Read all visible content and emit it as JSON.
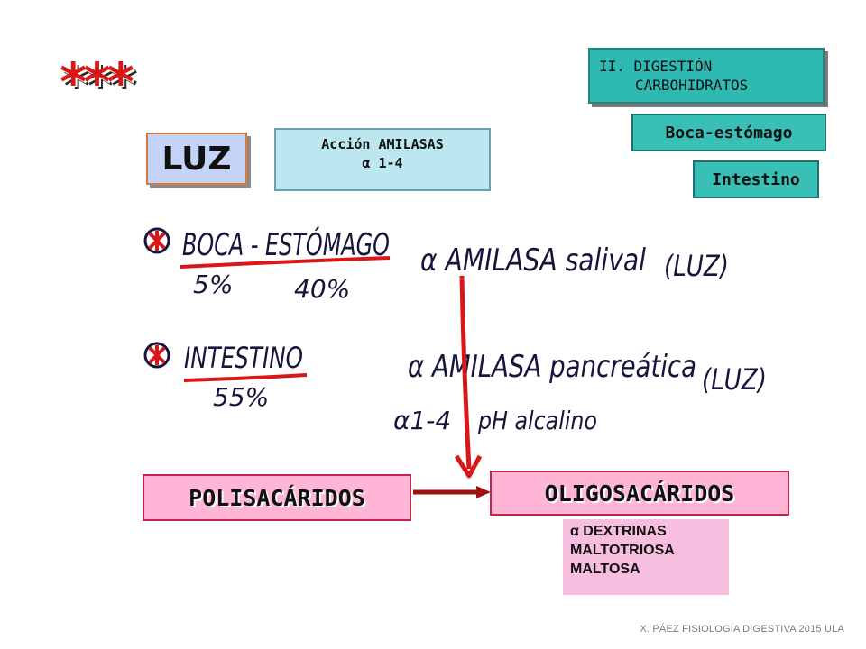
{
  "slide": {
    "stars": "***",
    "topic": {
      "line1": "II. DIGESTIÓN",
      "line2": "CARBOHIDRATOS"
    },
    "tags": [
      "Boca-estómago",
      "Intestino"
    ],
    "luz": "LUZ",
    "amilasas": {
      "line1": "Acción AMILASAS",
      "line2": "α 1-4"
    },
    "handwritten": {
      "section1": {
        "title": "BOCA - ESTÓMAGO",
        "pct_boca": "5%",
        "pct_estomago": "40%",
        "enzyme": "α AMILASA salival",
        "location": "(LUZ)"
      },
      "section2": {
        "title": "INTESTINO",
        "pct": "55%",
        "enzyme": "α AMILASA pancreática",
        "location": "(LUZ)",
        "bond": "α1-4",
        "ph": "pH alcalino"
      }
    },
    "flow": {
      "from": "POLISACÁRIDOS",
      "to": "OLIGOSACÁRIDOS"
    },
    "products": [
      "α DEXTRINAS",
      "MALTOTRIOSA",
      "MALTOSA"
    ],
    "footer": "X. PÁEZ   FISIOLOGÍA DIGESTIVA 2015 ULA"
  },
  "colors": {
    "teal": "#2fb9b3",
    "pink": "#ffb6d6",
    "red": "#d81818",
    "ink": "#16163c",
    "luz_box": "#c5d3f8",
    "amilasa_box": "#bce6f0"
  }
}
